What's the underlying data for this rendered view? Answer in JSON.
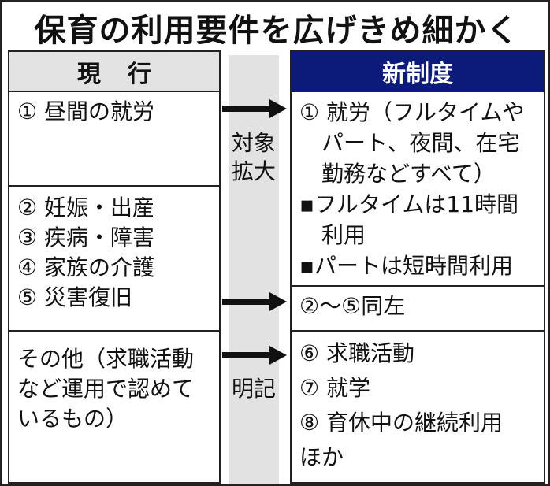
{
  "title": "保育の利用要件を広げきめ細かく",
  "current": {
    "header": "現行",
    "rows": [
      [
        "① 昼間の就労"
      ],
      [
        "② 妊娠・出産",
        "③ 疾病・障害",
        "④ 家族の介護",
        "⑤ 災害復旧"
      ],
      [
        "その他（求職活動",
        "など運用で認めて",
        "いるもの）"
      ]
    ]
  },
  "middle": {
    "label_expand": [
      "対象",
      "拡大"
    ],
    "label_specify": [
      "明記"
    ]
  },
  "new": {
    "header": "新制度",
    "rows": [
      [
        "① 就労（フルタイムや",
        "　パート、夜間、在宅",
        "　勤務などすべて）",
        "▪フルタイムは11時間",
        "　利用",
        "▪パートは短時間利用"
      ],
      [
        "②～⑤同左"
      ],
      [
        "⑥ 求職活動",
        "⑦ 就学",
        "⑧ 育休中の継続利用",
        "ほか"
      ]
    ]
  }
}
